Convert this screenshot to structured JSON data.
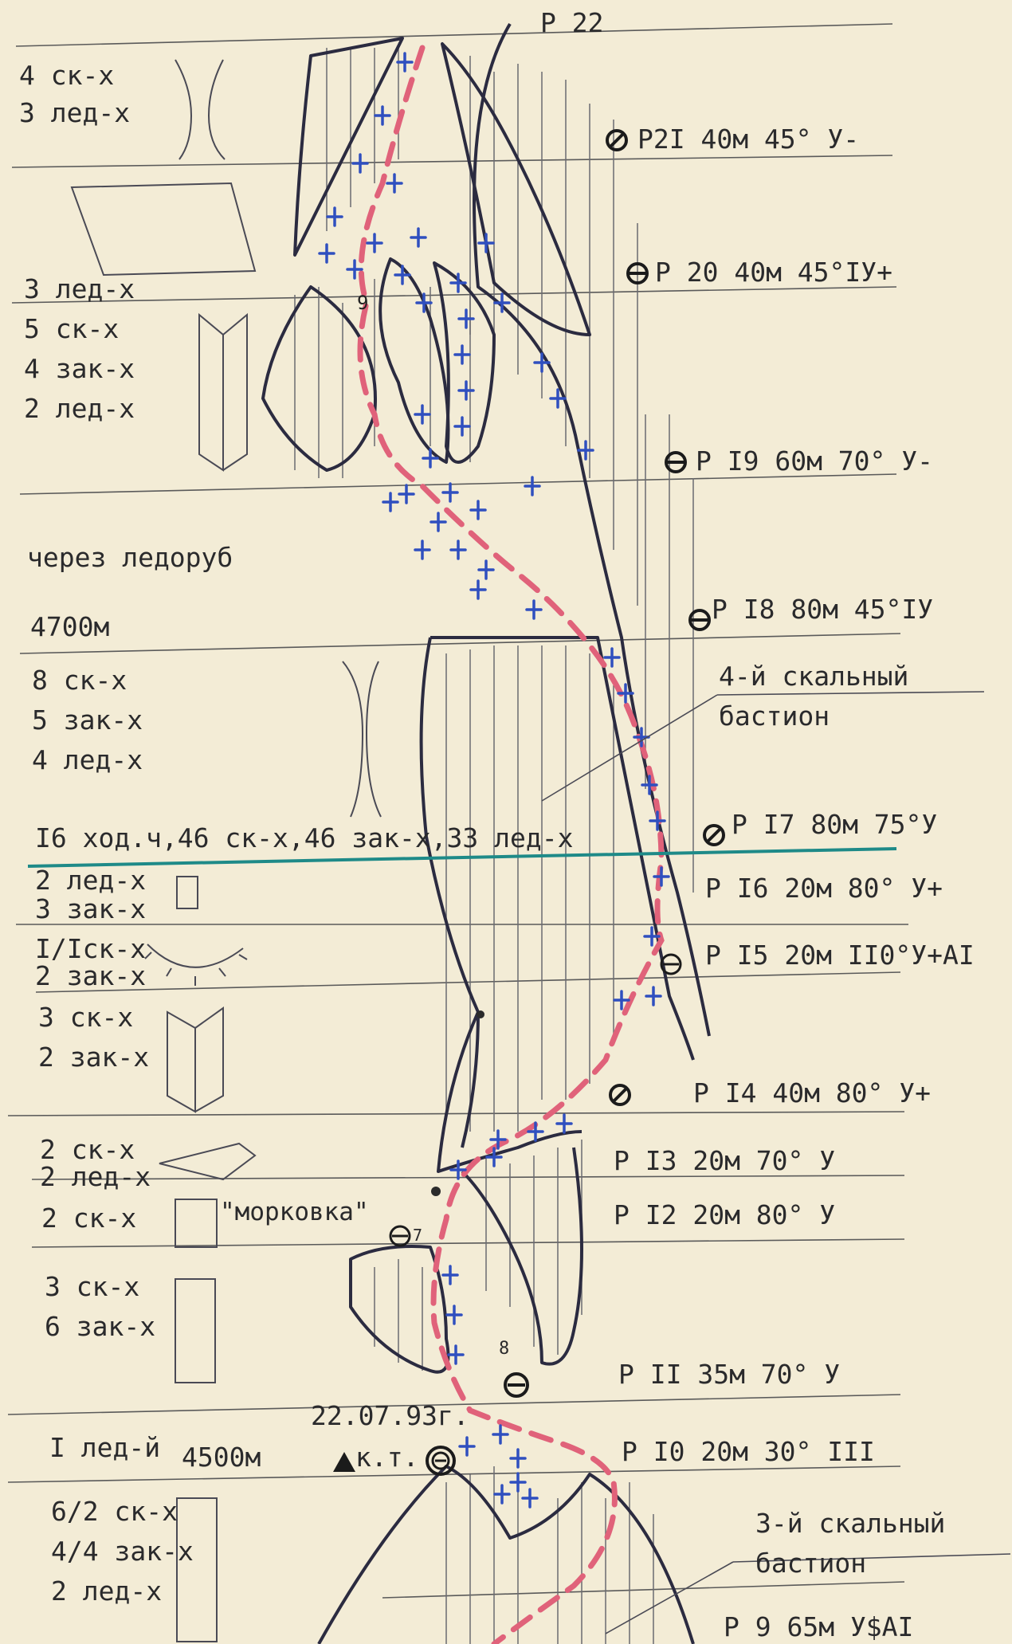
{
  "stations_right": [
    {
      "id": "p22",
      "label": "Р 22"
    },
    {
      "id": "p21",
      "label": "Р2I 40м 45° У-"
    },
    {
      "id": "p20",
      "label": "Р 20 40м 45°IУ+"
    },
    {
      "id": "p19",
      "label": "Р I9 60м 70° У-"
    },
    {
      "id": "p18",
      "label": "Р I8 80м 45°IУ"
    },
    {
      "id": "p17",
      "label": "Р I7 80м 75°У"
    },
    {
      "id": "p16",
      "label": "Р I6 20м 80° У+"
    },
    {
      "id": "p15",
      "label": "Р I5 20м II0°У+АI"
    },
    {
      "id": "p14",
      "label": "Р I4 40м 80° У+"
    },
    {
      "id": "p13",
      "label": "Р I3 20м 70° У"
    },
    {
      "id": "p12",
      "label": "Р I2 20м 80° У"
    },
    {
      "id": "p11",
      "label": "Р II 35м 70° У"
    },
    {
      "id": "p10",
      "label": "Р I0 20м 30° III"
    },
    {
      "id": "p9",
      "label": "Р 9 65м У$АI"
    }
  ],
  "hooks_left": [
    {
      "id": "h1a",
      "label": "4 ск-х"
    },
    {
      "id": "h1b",
      "label": "3 лед-х"
    },
    {
      "id": "h2a",
      "label": "3 лед-х"
    },
    {
      "id": "h2b",
      "label": "5 ск-х"
    },
    {
      "id": "h2c",
      "label": "4 зак-х"
    },
    {
      "id": "h2d",
      "label": "2 лед-х"
    },
    {
      "id": "h3",
      "label": "через ледоруб"
    },
    {
      "id": "alt4700",
      "label": "4700м"
    },
    {
      "id": "h4a",
      "label": "8 ск-х"
    },
    {
      "id": "h4b",
      "label": "5 зак-х"
    },
    {
      "id": "h4c",
      "label": "4 лед-х"
    },
    {
      "id": "total",
      "label": "I6 ход.ч,46 ск-х,46 зак-х,33 лед-х"
    },
    {
      "id": "h5a",
      "label": "2 лед-х"
    },
    {
      "id": "h5b",
      "label": "3 зак-х"
    },
    {
      "id": "h6a",
      "label": "I/Iск-х"
    },
    {
      "id": "h6b",
      "label": "2 зак-х"
    },
    {
      "id": "h7a",
      "label": "3 ск-х"
    },
    {
      "id": "h7b",
      "label": "2 зак-х"
    },
    {
      "id": "h8a",
      "label": "2 ск-х"
    },
    {
      "id": "h8b",
      "label": "2 лед-х"
    },
    {
      "id": "h9",
      "label": "2 ск-х"
    },
    {
      "id": "morkovka",
      "label": "\"морковка\""
    },
    {
      "id": "h10a",
      "label": "3 ск-х"
    },
    {
      "id": "h10b",
      "label": "6 зак-х"
    },
    {
      "id": "h11",
      "label": "I лед-й"
    },
    {
      "id": "alt4500",
      "label": "4500м"
    },
    {
      "id": "h12a",
      "label": "6/2 ск-х"
    },
    {
      "id": "h12b",
      "label": "4/4 зак-х"
    },
    {
      "id": "h12c",
      "label": "2 лед-х"
    }
  ],
  "annotations": {
    "bastion4": [
      "4-й скальный",
      "бастион"
    ],
    "bastion3": [
      "3-й скальный",
      "бастион"
    ],
    "date": "22.07.93г.",
    "control_point": "к.т.",
    "bivouac_7": "7",
    "bivouac_8": "8",
    "bivouac_9": "9"
  },
  "colors": {
    "paper": "#f3ecd6",
    "ink": "#2a2a3a",
    "route": "#e0627a",
    "ice": "#2f4fbf",
    "divider": "#1e8a88"
  }
}
